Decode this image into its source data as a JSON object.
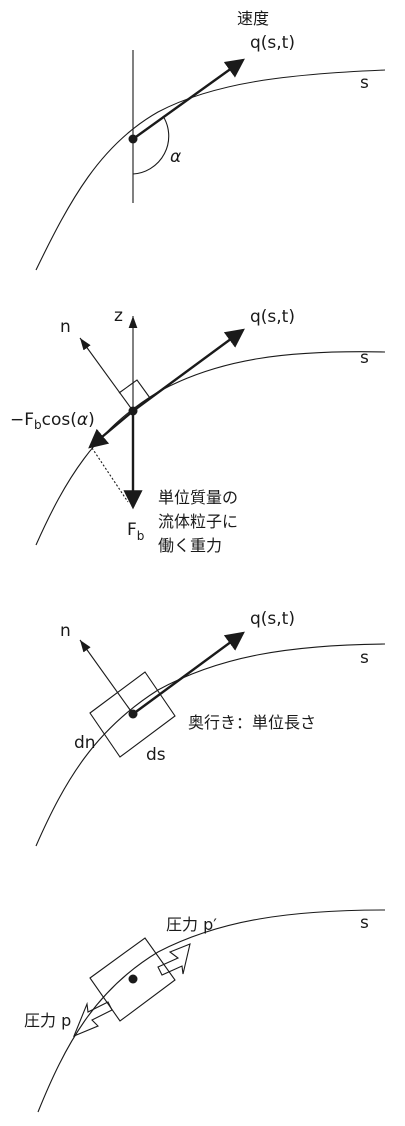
{
  "panel1": {
    "velocity_label": "速度",
    "velocity_symbol": "q(s,t)",
    "curve_label": "s",
    "angle_label": "α"
  },
  "panel2": {
    "z_label": "z",
    "n_label": "n",
    "velocity_symbol": "q(s,t)",
    "curve_label": "s",
    "component_minus_F": "−F",
    "component_sub": "b",
    "component_cos": "cos(",
    "component_alpha": "α",
    "component_close": ")",
    "force_F": "F",
    "force_sub": "b",
    "gravity_line1": "単位質量の",
    "gravity_line2": "流体粒子に",
    "gravity_line3": "働く重力"
  },
  "panel3": {
    "n_label": "n",
    "velocity_symbol": "q(s,t)",
    "curve_label": "s",
    "depth_note": "奥行き：単位長さ",
    "dn_label": "dn",
    "ds_label": "ds"
  },
  "panel4": {
    "curve_label": "s",
    "pressure_p_prime": "圧力 p′",
    "pressure_p": "圧力 p"
  }
}
